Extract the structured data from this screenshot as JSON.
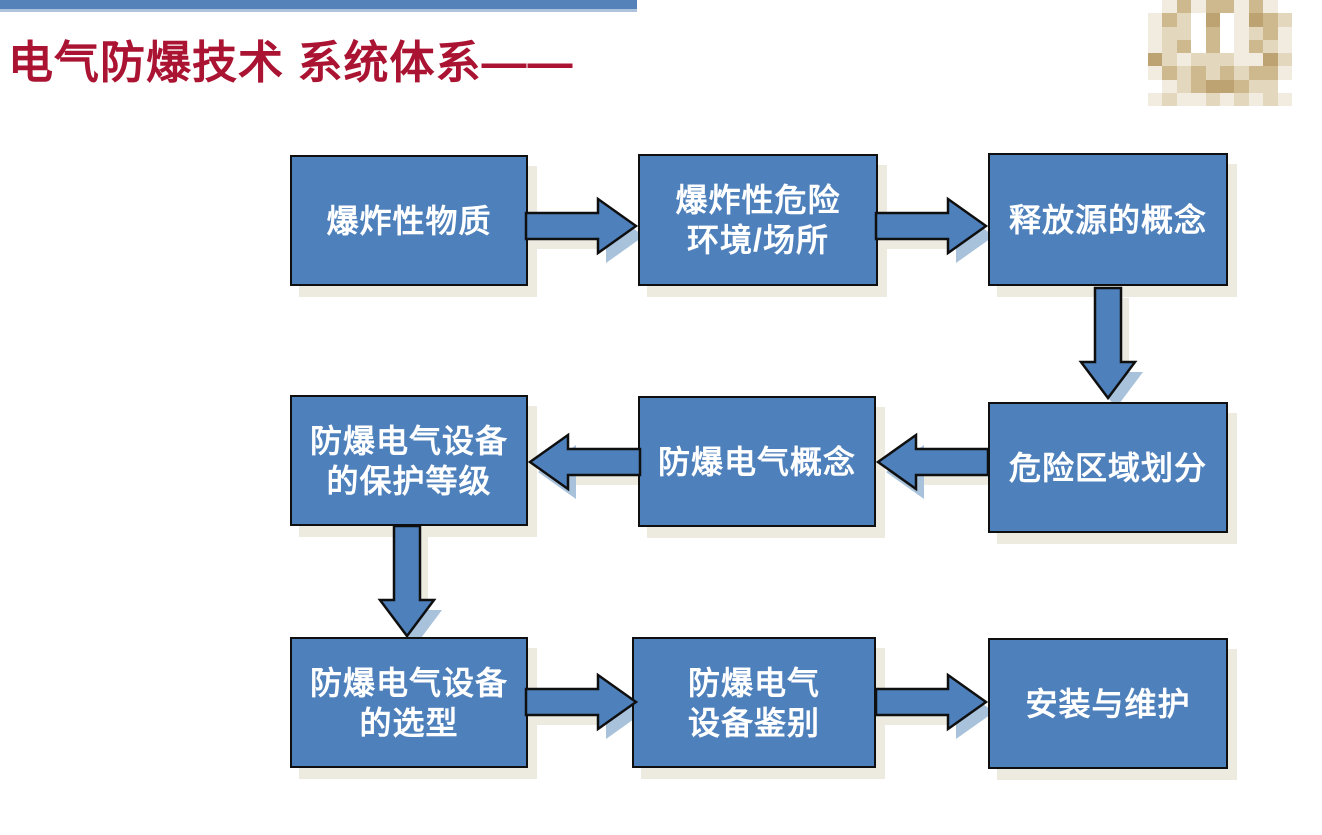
{
  "title": {
    "text": "电气防爆技术 系统体系——"
  },
  "colors": {
    "accent_blue": "#4e80bc",
    "node_border": "#0f0f0f",
    "title_red": "#aa1432",
    "top_bar_blue": "#5582b9",
    "shadow_beige": "#edebe0",
    "arrow_tip_shadow_blue": "#a9c2dc",
    "node_text": "#ffffff"
  },
  "logo": {
    "name": "pixelated-logo",
    "palette": [
      "#ffffff",
      "#f2ece0",
      "#e3d7be",
      "#ceb98e",
      "#bda272",
      "#f8f5ee"
    ],
    "rows": [
      "0131331310",
      "1320401432",
      "1220301231",
      "1230301321",
      "4212221142",
      "1323232331",
      "0123443220",
      "1211212121"
    ]
  },
  "flowchart": {
    "nodes": [
      {
        "id": "explosive-substances",
        "lines": [
          "爆炸性物质"
        ]
      },
      {
        "id": "explosive-hazard-environment",
        "lines": [
          "爆炸性危险",
          "环境/场所"
        ]
      },
      {
        "id": "release-source-concept",
        "lines": [
          "释放源的概念"
        ]
      },
      {
        "id": "equipment-protection-level",
        "lines": [
          "防爆电气设备",
          "的保护等级"
        ]
      },
      {
        "id": "ex-electrical-concept",
        "lines": [
          "防爆电气概念"
        ]
      },
      {
        "id": "hazard-zone-classification",
        "lines": [
          "危险区域划分"
        ]
      },
      {
        "id": "equipment-selection",
        "lines": [
          "防爆电气设备",
          "的选型"
        ]
      },
      {
        "id": "equipment-identification",
        "lines": [
          "防爆电气",
          "设备鉴别"
        ]
      },
      {
        "id": "installation-maintenance",
        "lines": [
          "安装与维护"
        ]
      }
    ],
    "connections": [
      {
        "from": "explosive-substances",
        "to": "explosive-hazard-environment",
        "direction": "right"
      },
      {
        "from": "explosive-hazard-environment",
        "to": "release-source-concept",
        "direction": "right"
      },
      {
        "from": "release-source-concept",
        "to": "hazard-zone-classification",
        "direction": "down"
      },
      {
        "from": "hazard-zone-classification",
        "to": "ex-electrical-concept",
        "direction": "left"
      },
      {
        "from": "ex-electrical-concept",
        "to": "equipment-protection-level",
        "direction": "left"
      },
      {
        "from": "equipment-protection-level",
        "to": "equipment-selection",
        "direction": "down"
      },
      {
        "from": "equipment-selection",
        "to": "equipment-identification",
        "direction": "right"
      },
      {
        "from": "equipment-identification",
        "to": "installation-maintenance",
        "direction": "right"
      }
    ]
  }
}
